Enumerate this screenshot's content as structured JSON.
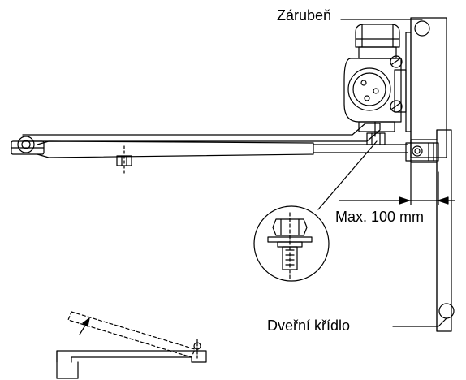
{
  "labels": {
    "frame": "Zárubeň",
    "max_distance": "Max. 100 mm",
    "door_leaf": "Dveřní křídlo"
  },
  "colors": {
    "line": "#000000",
    "background": "#ffffff"
  }
}
